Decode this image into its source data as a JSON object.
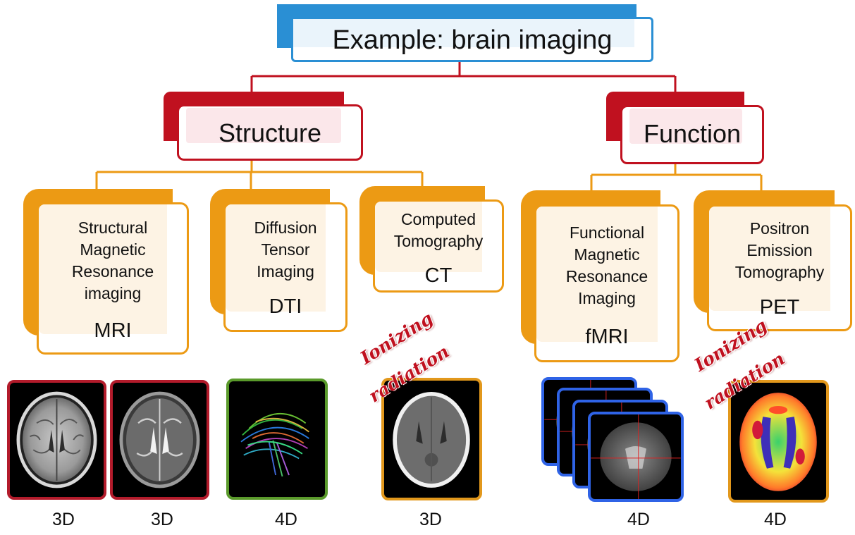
{
  "title": "Example: brain imaging",
  "categories": {
    "structure": "Structure",
    "function": "Function"
  },
  "modalities": {
    "mri": {
      "name": "Structural\nMagnetic\nResonance\nimaging",
      "abbr": "MRI"
    },
    "dti": {
      "name": "Diffusion\nTensor\nImaging",
      "abbr": "DTI"
    },
    "ct": {
      "name": "Computed\nTomography",
      "abbr": "CT"
    },
    "fmri": {
      "name": "Functional\nMagnetic\nResonance\nImaging",
      "abbr": "fMRI"
    },
    "pet": {
      "name": "Positron\nEmission\nTomography",
      "abbr": "PET"
    }
  },
  "warnings": {
    "ct_line1": "Ionizing",
    "ct_line2": "radiation",
    "pet_line1": "Ionizing",
    "pet_line2": "radiation"
  },
  "dimensions": {
    "t1": "3D",
    "t2": "3D",
    "dti": "4D",
    "ct": "3D",
    "fmri": "4D",
    "pet": "4D"
  },
  "colors": {
    "title": "#2a8fd4",
    "category": "#c0111f",
    "modality": "#ec9a14",
    "mri_frame": "#b31b2b",
    "dti_frame": "#5a9a2b",
    "ct_frame": "#e2981c",
    "fmri_frame": "#2f63e6",
    "pet_frame": "#e2981c"
  }
}
